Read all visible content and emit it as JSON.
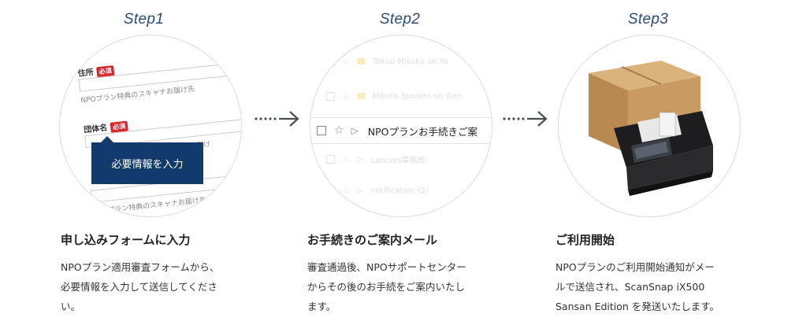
{
  "steps": [
    {
      "title": "Step1",
      "heading": "申し込みフォームに入力",
      "desc_lines": [
        "NPOプラン適用審査フォームから、",
        "必要情報を入力して送信してくださ",
        "い。"
      ],
      "form": {
        "label1": "住所",
        "label2": "団体名",
        "required": "必須",
        "note": "NPOプラン特典のスキャナお届け先",
        "note2": "特典のスキャナお届け",
        "tooltip": "必要情報を入力"
      }
    },
    {
      "title": "Step2",
      "heading": "お手続きのご案内メール",
      "desc_lines": [
        "審査通過後、NPOサポートセンター",
        "からその後のお手続をご案内いたし",
        "ます。"
      ],
      "mail": {
        "row1": "Tokuo Misaka on Ya",
        "row2": "Mikoto Sunami on Yam",
        "main": "NPOプランお手続きご案",
        "row3": "Lancers事務局",
        "row4": "notification (2)"
      }
    },
    {
      "title": "Step3",
      "heading": "ご利用開始",
      "desc_lines": [
        "NPOプランのご利用開始通知がメー",
        "ルで送信され、ScanSnap iX500",
        "Sansan Edition を発送いたします。"
      ]
    }
  ],
  "colors": {
    "title": "#2c4a7c",
    "tooltip_bg": "#123a6a",
    "badge": "#d8262e",
    "arrow": "#4a4f55"
  }
}
